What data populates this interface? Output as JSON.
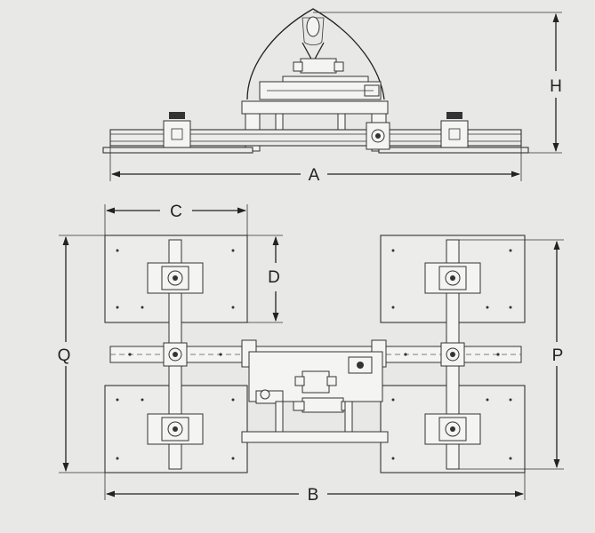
{
  "diagram": {
    "dimension_labels": {
      "A": "A",
      "H": "H",
      "B": "B",
      "C": "C",
      "D": "D",
      "Q": "Q",
      "P": "P"
    }
  }
}
